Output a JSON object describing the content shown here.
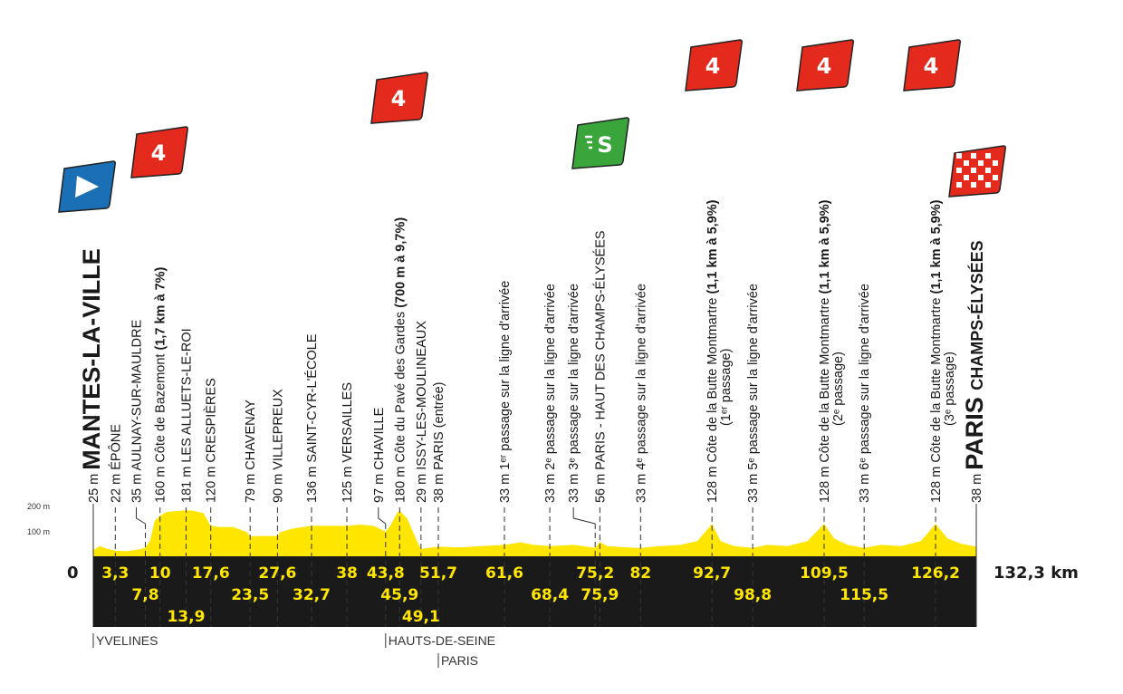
{
  "chart_data": {
    "type": "area",
    "title": "Stage profile Mantes-la-Ville – Paris Champs-Élysées",
    "total_distance_label": "132,3 km",
    "zero_label": "0",
    "xlim": [
      0,
      132.3
    ],
    "ylim": [
      0,
      200
    ],
    "ytick_labels": [
      "100 m",
      "200 m"
    ],
    "ytick_values": [
      100,
      200
    ],
    "colors": {
      "profile": "#ffe600",
      "band": "#1a1a1a",
      "numbers": "#ffe600",
      "start": "#1a6fb5",
      "climb": "#e42a1d",
      "sprint": "#3aa53a"
    },
    "waypoints": [
      {
        "km": 0,
        "alt_label": "25 m",
        "name": "MANTES-LA-VILLE",
        "style": "start"
      },
      {
        "km": 3.3,
        "alt_label": "22 m",
        "name": "ÉPÔNE"
      },
      {
        "km": 7.8,
        "alt_label": "35 m",
        "name": "AULNAY-SUR-MAULDRE"
      },
      {
        "km": 10,
        "alt_label": "160 m",
        "name": "Côte de Bazemont",
        "bold": "(1,7 km à 7%)"
      },
      {
        "km": 13.9,
        "alt_label": "181 m",
        "name": "LES ALLUETS-LE-ROI"
      },
      {
        "km": 17.6,
        "alt_label": "120 m",
        "name": "CRESPIÈRES"
      },
      {
        "km": 23.5,
        "alt_label": "79 m",
        "name": "CHAVENAY"
      },
      {
        "km": 27.6,
        "alt_label": "90 m",
        "name": "VILLEPREUX"
      },
      {
        "km": 32.7,
        "alt_label": "136 m",
        "name": "SAINT-CYR-L'ÉCOLE"
      },
      {
        "km": 38,
        "alt_label": "125 m",
        "name": "VERSAILLES"
      },
      {
        "km": 43.8,
        "alt_label": "97 m",
        "name": "CHAVILLE"
      },
      {
        "km": 45.9,
        "alt_label": "180 m",
        "name": "Côte du Pavé des Gardes",
        "bold": "(700 m à 9,7%)"
      },
      {
        "km": 49.1,
        "alt_label": "29 m",
        "name": "ISSY-LES-MOULINEAUX"
      },
      {
        "km": 51.7,
        "alt_label": "38 m",
        "name": "PARIS (entrée)"
      },
      {
        "km": 61.6,
        "alt_label": "33 m",
        "name": "1ᵉʳ passage sur la ligne d'arrivée"
      },
      {
        "km": 68.4,
        "alt_label": "33 m",
        "name": "2ᵉ passage sur la ligne d'arrivée"
      },
      {
        "km": 75.2,
        "alt_label": "33 m",
        "name": "3ᵉ passage sur la ligne d'arrivée"
      },
      {
        "km": 75.9,
        "alt_label": "56 m",
        "name": "PARIS - HAUT DES CHAMPS-ÉLYSÉES"
      },
      {
        "km": 82,
        "alt_label": "33 m",
        "name": "4ᵉ passage sur la ligne d'arrivée"
      },
      {
        "km": 92.7,
        "alt_label": "128 m",
        "name": "Côte de la Butte Montmartre",
        "bold": "(1,1 km à 5,9%)",
        "sub": "(1ᵉʳ passage)"
      },
      {
        "km": 98.8,
        "alt_label": "33 m",
        "name": "5ᵉ passage sur la ligne d'arrivée"
      },
      {
        "km": 109.5,
        "alt_label": "128 m",
        "name": "Côte de la Butte Montmartre",
        "bold": "(1,1 km à 5,9%)",
        "sub": "(2ᵉ passage)"
      },
      {
        "km": 115.5,
        "alt_label": "33 m",
        "name": "6ᵉ passage sur la ligne d'arrivée"
      },
      {
        "km": 126.2,
        "alt_label": "128 m",
        "name": "Côte de la Butte Montmartre",
        "bold": "(1,1 km à 5,9%)",
        "sub": "(3ᵉ passage)"
      },
      {
        "km": 132.3,
        "alt_label": "38 m",
        "name": "PARIS",
        "name2": "CHAMPS-ÉLYSÉES",
        "style": "finish"
      }
    ],
    "km_labels": [
      {
        "text": "3,3",
        "km": 3.3,
        "row": 0
      },
      {
        "text": "10",
        "km": 10,
        "row": 0
      },
      {
        "text": "17,6",
        "km": 17.6,
        "row": 0
      },
      {
        "text": "27,6",
        "km": 27.6,
        "row": 0
      },
      {
        "text": "38",
        "km": 38,
        "row": 0
      },
      {
        "text": "43,8",
        "km": 43.8,
        "row": 0
      },
      {
        "text": "51,7",
        "km": 51.7,
        "row": 0
      },
      {
        "text": "61,6",
        "km": 61.6,
        "row": 0
      },
      {
        "text": "75,2",
        "km": 75.2,
        "row": 0
      },
      {
        "text": "82",
        "km": 82,
        "row": 0
      },
      {
        "text": "92,7",
        "km": 92.7,
        "row": 0
      },
      {
        "text": "109,5",
        "km": 109.5,
        "row": 0
      },
      {
        "text": "126,2",
        "km": 126.2,
        "row": 0
      },
      {
        "text": "7,8",
        "km": 7.8,
        "row": 1
      },
      {
        "text": "23,5",
        "km": 23.5,
        "row": 1
      },
      {
        "text": "32,7",
        "km": 32.7,
        "row": 1
      },
      {
        "text": "45,9",
        "km": 45.9,
        "row": 1
      },
      {
        "text": "68,4",
        "km": 68.4,
        "row": 1
      },
      {
        "text": "75,9",
        "km": 75.9,
        "row": 1
      },
      {
        "text": "98,8",
        "km": 98.8,
        "row": 1
      },
      {
        "text": "115,5",
        "km": 115.5,
        "row": 1
      },
      {
        "text": "13,9",
        "km": 13.9,
        "row": 2
      },
      {
        "text": "49,1",
        "km": 49.1,
        "row": 2
      }
    ],
    "regions": [
      {
        "name": "YVELINES",
        "km": 0,
        "row": 0
      },
      {
        "name": "HAUTS-DE-SEINE",
        "km": 43.8,
        "row": 0
      },
      {
        "name": "PARIS",
        "km": 51.7,
        "row": 1
      }
    ],
    "markers": [
      {
        "type": "start",
        "km": 0
      },
      {
        "type": "climb",
        "category": "4",
        "km": 10
      },
      {
        "type": "climb",
        "category": "4",
        "km": 45.9
      },
      {
        "type": "sprint",
        "label": "S",
        "km": 75.9
      },
      {
        "type": "climb",
        "category": "4",
        "km": 92.7
      },
      {
        "type": "climb",
        "category": "4",
        "km": 109.5
      },
      {
        "type": "climb",
        "category": "4",
        "km": 126.2
      },
      {
        "type": "finish",
        "km": 132.3
      }
    ],
    "profile": [
      [
        0,
        25
      ],
      [
        1,
        40
      ],
      [
        2,
        30
      ],
      [
        3.3,
        22
      ],
      [
        5,
        20
      ],
      [
        7,
        28
      ],
      [
        7.8,
        35
      ],
      [
        8.5,
        60
      ],
      [
        9.2,
        140
      ],
      [
        10,
        160
      ],
      [
        11,
        175
      ],
      [
        13.9,
        181
      ],
      [
        15,
        180
      ],
      [
        16.5,
        170
      ],
      [
        17.6,
        120
      ],
      [
        19,
        115
      ],
      [
        21,
        115
      ],
      [
        23,
        95
      ],
      [
        23.5,
        79
      ],
      [
        25,
        80
      ],
      [
        27.6,
        80
      ],
      [
        28,
        95
      ],
      [
        30,
        110
      ],
      [
        32.7,
        120
      ],
      [
        35,
        120
      ],
      [
        38,
        120
      ],
      [
        40,
        125
      ],
      [
        42,
        120
      ],
      [
        43.8,
        97
      ],
      [
        44.5,
        120
      ],
      [
        45.5,
        170
      ],
      [
        45.9,
        180
      ],
      [
        47,
        150
      ],
      [
        48.5,
        60
      ],
      [
        49.1,
        29
      ],
      [
        51.7,
        38
      ],
      [
        55,
        35
      ],
      [
        58,
        40
      ],
      [
        61.6,
        45
      ],
      [
        64,
        55
      ],
      [
        66,
        45
      ],
      [
        68.4,
        40
      ],
      [
        72,
        45
      ],
      [
        75.2,
        33
      ],
      [
        75.9,
        56
      ],
      [
        77,
        40
      ],
      [
        80,
        35
      ],
      [
        82,
        33
      ],
      [
        85,
        40
      ],
      [
        88,
        45
      ],
      [
        90.5,
        60
      ],
      [
        92.7,
        128
      ],
      [
        94,
        60
      ],
      [
        96,
        40
      ],
      [
        98.8,
        33
      ],
      [
        101,
        45
      ],
      [
        104,
        40
      ],
      [
        107,
        60
      ],
      [
        109.5,
        128
      ],
      [
        111,
        70
      ],
      [
        113,
        45
      ],
      [
        115.5,
        33
      ],
      [
        118,
        45
      ],
      [
        121,
        40
      ],
      [
        124,
        60
      ],
      [
        126.2,
        128
      ],
      [
        128,
        70
      ],
      [
        130,
        50
      ],
      [
        132.3,
        38
      ]
    ]
  }
}
